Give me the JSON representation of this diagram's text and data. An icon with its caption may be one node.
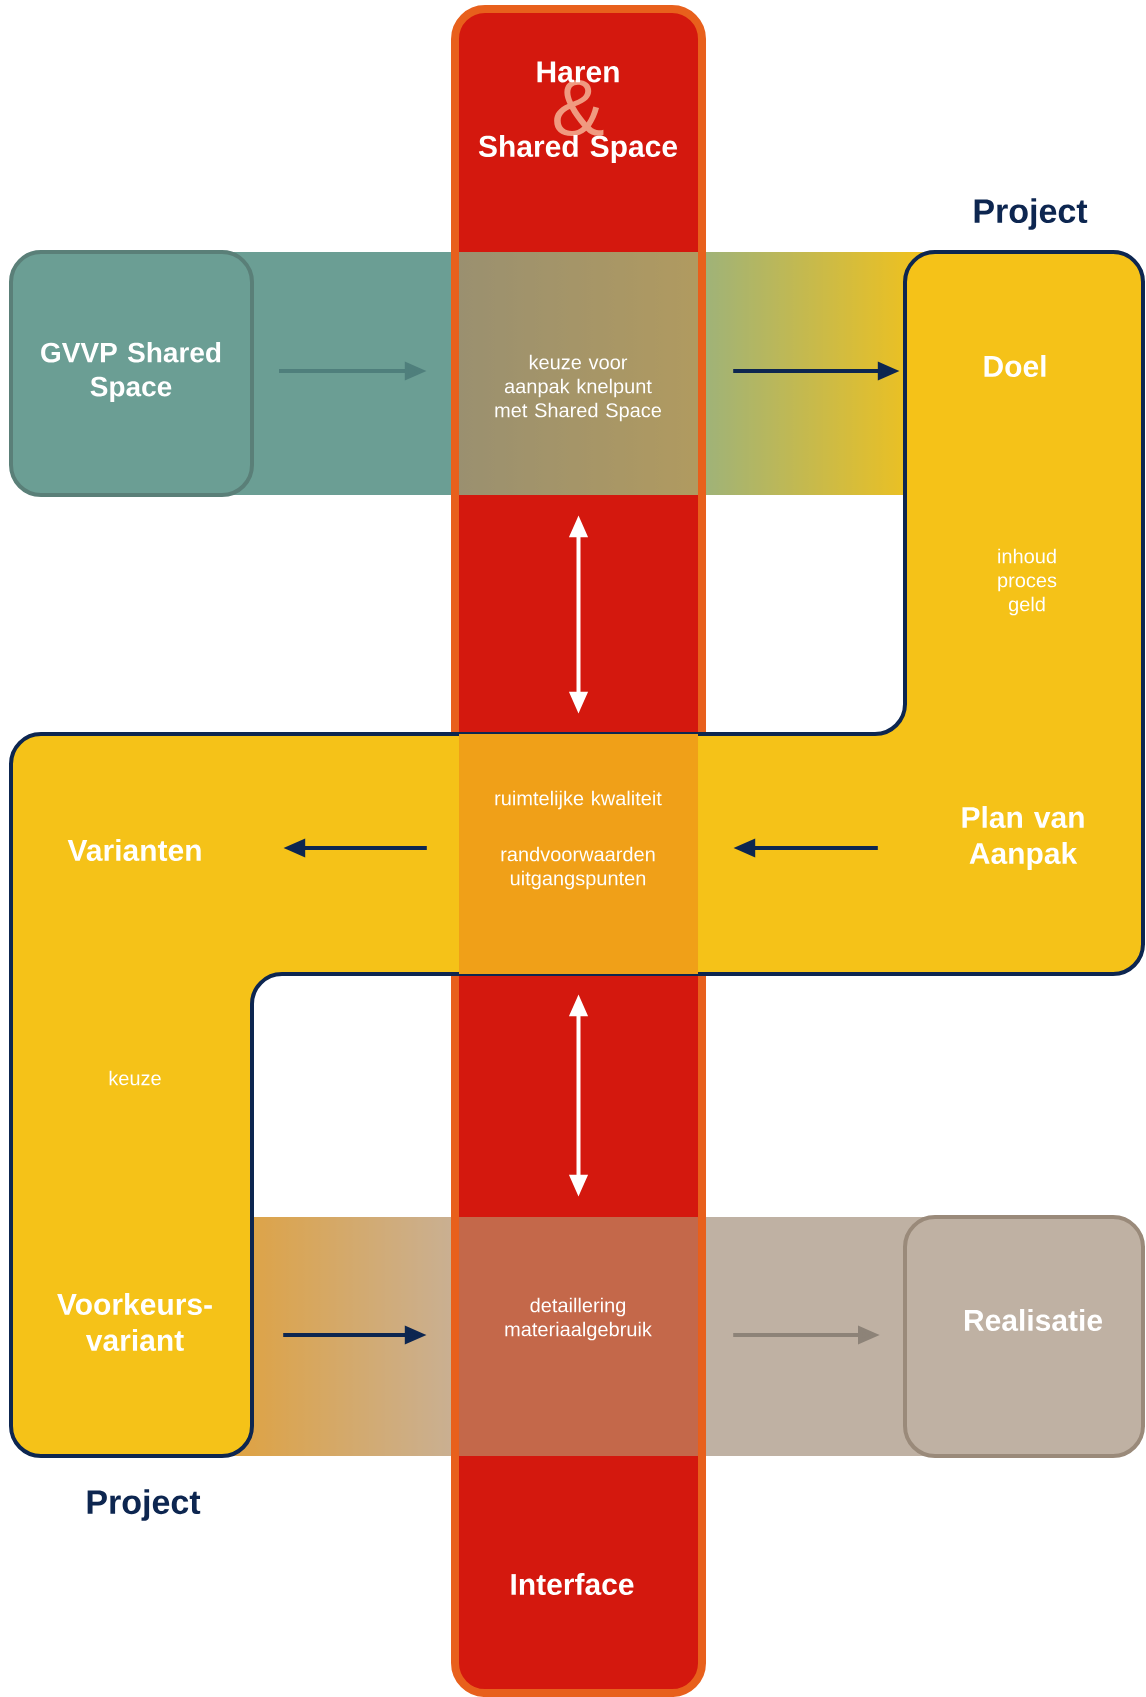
{
  "diagram": {
    "nodes": [
      {
        "text": [
          "Haren",
          "&",
          "Shared Space",
          "Interface"
        ]
      },
      {
        "text": [
          "GVVP Shared Space"
        ]
      },
      {
        "text": [
          "keuze voor aanpak knelpunt met Shared Space"
        ],
        "in": 0
      },
      {
        "text": [
          "Project",
          "inhoud proces geld",
          "keuze",
          "Project"
        ]
      },
      {
        "text": [
          "Doel"
        ],
        "in": 3
      },
      {
        "text": [
          "Plan van Aanpak"
        ],
        "in": 3
      },
      {
        "text": [
          "ruimtelijke kwaliteit",
          "randvoorwaarden uitgangspunten"
        ]
      },
      {
        "text": [
          "Varianten"
        ],
        "in": 3
      },
      {
        "text": [
          "Voorkeurs-variant"
        ],
        "in": 3
      },
      {
        "text": [
          "detaillering materiaalgebruik"
        ],
        "in": 0
      },
      {
        "text": [
          "Realisatie"
        ]
      }
    ],
    "edges": [
      {
        "from": 1,
        "to": 2,
        "arrow": "to",
        "color": "#4f7f7c"
      },
      {
        "from": 2,
        "to": 4,
        "arrow": "to"
      },
      {
        "from": 5,
        "to": 6,
        "arrow": "to"
      },
      {
        "from": 6,
        "to": 7,
        "arrow": "to"
      },
      {
        "from": 8,
        "to": 9,
        "arrow": "to"
      },
      {
        "from": 9,
        "to": 10,
        "arrow": "to",
        "color": "#8d8378"
      },
      {
        "from": 2,
        "to": 6,
        "arrow": "both",
        "color": "#ffffff"
      },
      {
        "from": 6,
        "to": 9,
        "arrow": "both",
        "color": "#ffffff"
      }
    ]
  }
}
